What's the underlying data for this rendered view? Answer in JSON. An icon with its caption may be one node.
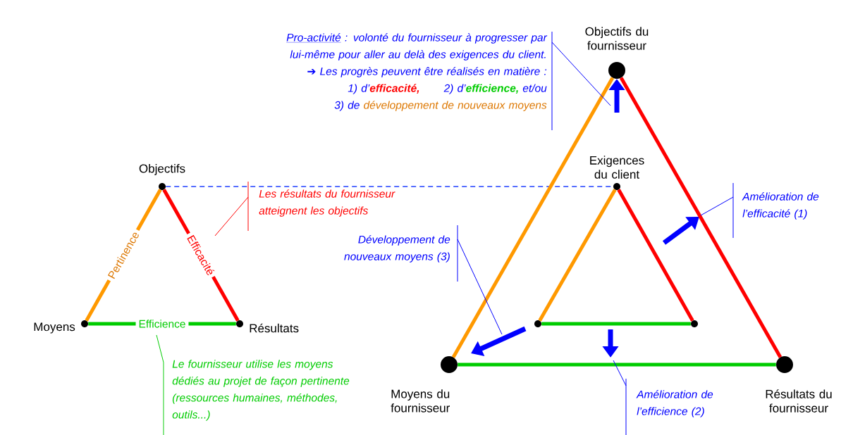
{
  "diagram": {
    "nodes": [
      {
        "text": [
          "Objectifs"
        ]
      },
      {
        "text": [
          "Moyens"
        ]
      },
      {
        "text": [
          "Résultats"
        ]
      },
      {
        "text": [
          "Objectifs du fournisseur"
        ]
      },
      {
        "text": [
          "Exigences du client"
        ]
      },
      {
        "text": [],
        "shape": "circle"
      },
      {
        "text": [],
        "shape": "circle"
      },
      {
        "text": [
          "Moyens du fournisseur"
        ]
      },
      {
        "text": [
          "Résultats du fournisseur"
        ]
      },
      {
        "text": [
          "Pro-activité",
          ": volonté du fournisseur à progresser par lui-même pour aller au delà des exigences du client.",
          "➔",
          "Les progrès peuvent être réalisés en matière :",
          "1) d’",
          "efficacité,",
          "2) d’",
          "efficience,",
          "et/ou",
          "3) de",
          "développement de nouveaux moyens"
        ]
      },
      {
        "text": [
          "Les résultats du fournisseur atteignent les objectifs"
        ]
      },
      {
        "text": [
          "Développement de nouveaux moyens (3)"
        ]
      },
      {
        "text": [
          "Amélioration de l’efficacité (1)"
        ]
      },
      {
        "text": [
          "Amélioration de l’efficience (2)"
        ]
      },
      {
        "text": [
          "Le fournisseur utilise les moyens dédiés au projet de façon pertinente (ressources humaines, méthodes, outils...)"
        ]
      }
    ],
    "edges": [
      {
        "from": 0,
        "to": 1,
        "arrow": "none",
        "label": "Pertinence",
        "color": "#ff9900"
      },
      {
        "from": 0,
        "to": 2,
        "arrow": "none",
        "label": "Efficacité",
        "color": "#ff0000"
      },
      {
        "from": 1,
        "to": 2,
        "arrow": "none",
        "label": "Efficience",
        "color": "#00cc00"
      },
      {
        "from": 0,
        "to": 4,
        "arrow": "none",
        "style": "dashed",
        "color": "#1f3fff"
      },
      {
        "from": 3,
        "to": 7,
        "arrow": "none",
        "color": "#ff9900"
      },
      {
        "from": 3,
        "to": 8,
        "arrow": "none",
        "color": "#ff0000"
      },
      {
        "from": 7,
        "to": 8,
        "arrow": "none",
        "color": "#00cc00"
      },
      {
        "from": 4,
        "to": 5,
        "arrow": "none",
        "color": "#ff9900"
      },
      {
        "from": 4,
        "to": 6,
        "arrow": "none",
        "color": "#ff0000"
      },
      {
        "from": 5,
        "to": 6,
        "arrow": "none",
        "color": "#00cc00"
      },
      {
        "from": 9,
        "to": null,
        "arrow": "none",
        "color": "#0000ff"
      },
      {
        "from": 10,
        "to": null,
        "arrow": "none",
        "color": "#ff0000"
      },
      {
        "from": 11,
        "to": null,
        "arrow": "none",
        "color": "#0000ff"
      },
      {
        "from": 12,
        "to": null,
        "arrow": "none",
        "color": "#0000ff"
      },
      {
        "from": 13,
        "to": null,
        "arrow": "none",
        "color": "#0000ff"
      },
      {
        "from": 14,
        "to": null,
        "arrow": "none",
        "color": "#00cc00"
      }
    ]
  }
}
